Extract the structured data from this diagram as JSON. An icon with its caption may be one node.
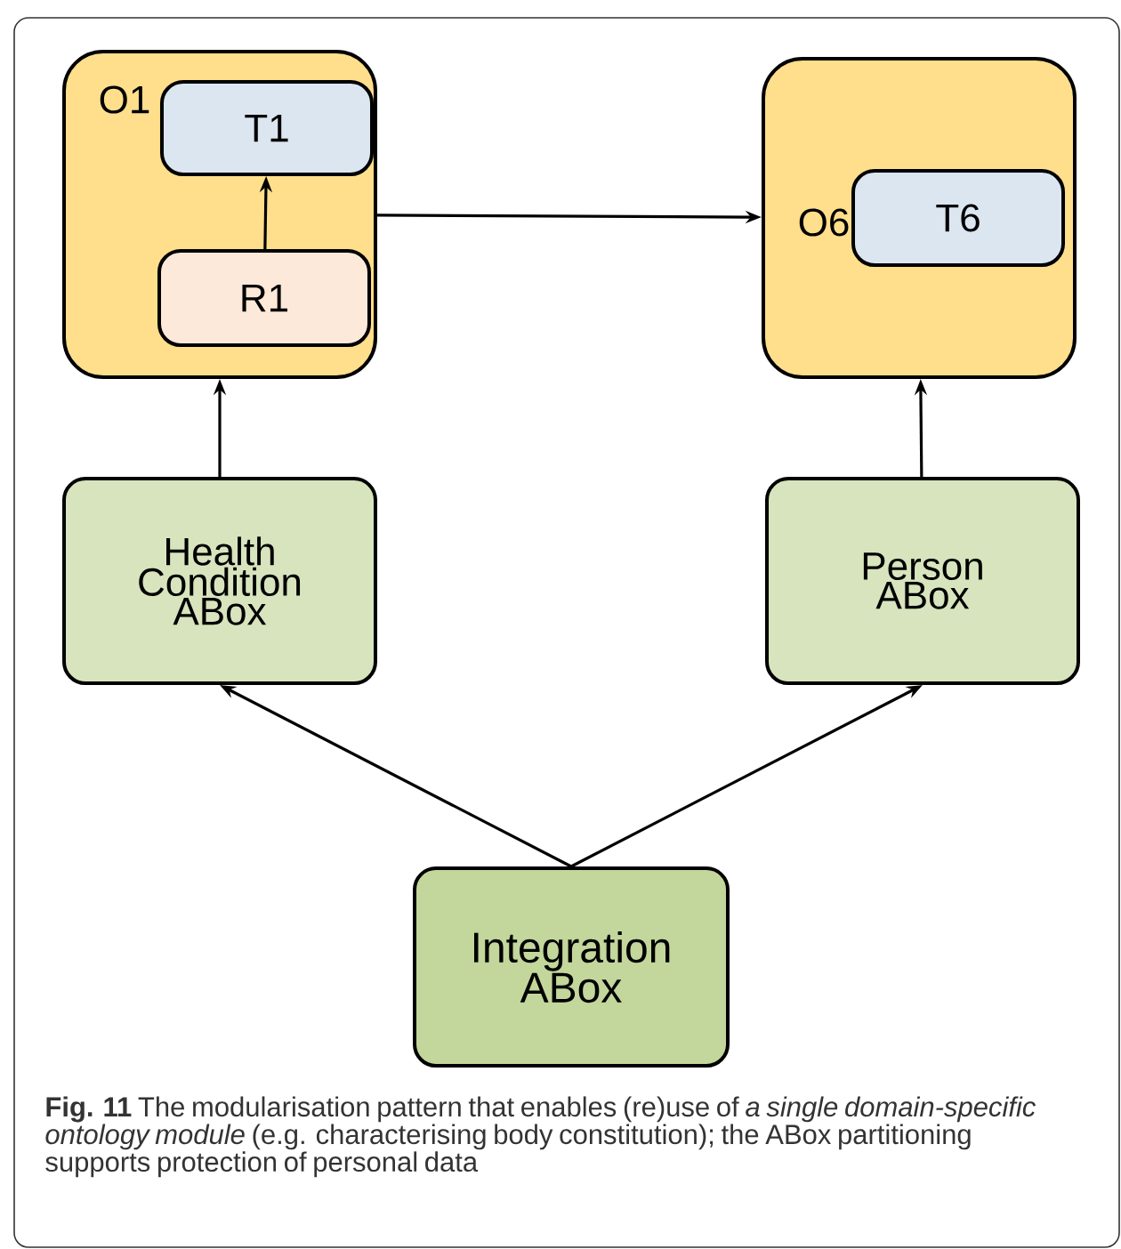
{
  "diagram": {
    "caption": "**Fig. 11** The modularisation pattern that enables (re)use of *a single domain-specific ontology module* (e.g. characterising body constitution); the ABox partitioning supports protection of personal data",
    "nodes": [
      {
        "text": [
          "O1"
        ]
      },
      {
        "text": [
          "T1"
        ],
        "in": 0
      },
      {
        "text": [
          "R1"
        ],
        "in": 0
      },
      {
        "text": [
          "O6"
        ]
      },
      {
        "text": [
          "T6"
        ],
        "in": 3
      },
      {
        "text": [
          "Health Condition ABox"
        ]
      },
      {
        "text": [
          "Person ABox"
        ]
      },
      {
        "text": [
          "Integration ABox"
        ]
      }
    ],
    "edges": [
      {
        "from": 2,
        "to": 1,
        "arrow": "to"
      },
      {
        "from": 0,
        "to": 3,
        "arrow": "to"
      },
      {
        "from": 5,
        "to": 0,
        "arrow": "to"
      },
      {
        "from": 6,
        "to": 3,
        "arrow": "to"
      },
      {
        "from": 7,
        "to": 5,
        "arrow": "to"
      },
      {
        "from": 7,
        "to": 6,
        "arrow": "to"
      }
    ]
  }
}
